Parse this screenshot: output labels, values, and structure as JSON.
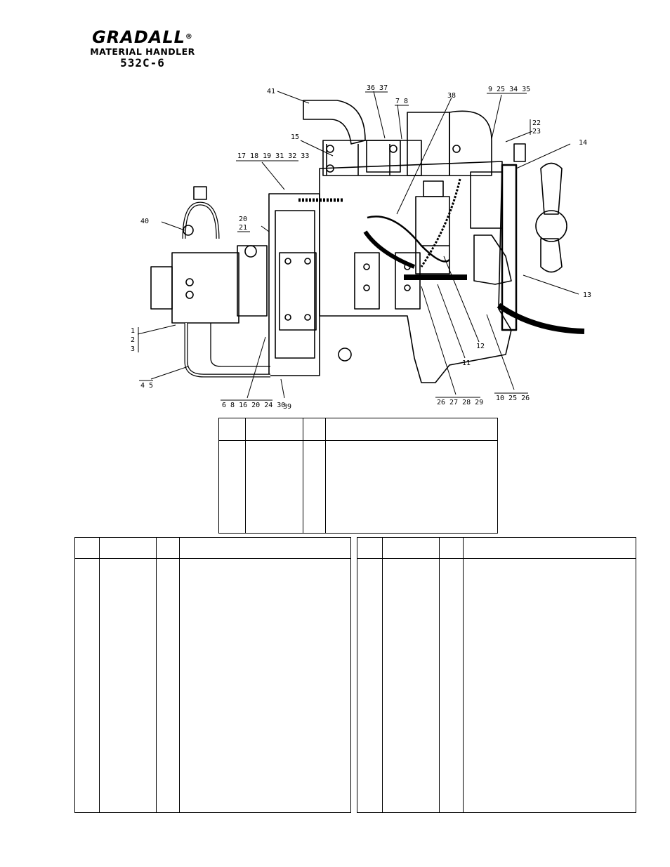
{
  "header": {
    "brand": "GRADALL",
    "registered_mark": "®",
    "product_line": "MATERIAL HANDLER",
    "model": "532C-6"
  },
  "drawing": {
    "callouts": [
      "41",
      "36 37",
      "7 8",
      "38",
      "9 25 34 35",
      "22",
      "23",
      "14",
      "15",
      "17 18 19 31 32 33",
      "20",
      "21",
      "40",
      "1",
      "2",
      "3",
      "4 5",
      "6 8 16 20 24 30",
      "39",
      "26 27 28 29",
      "11",
      "12",
      "10 25 26",
      "13"
    ]
  }
}
